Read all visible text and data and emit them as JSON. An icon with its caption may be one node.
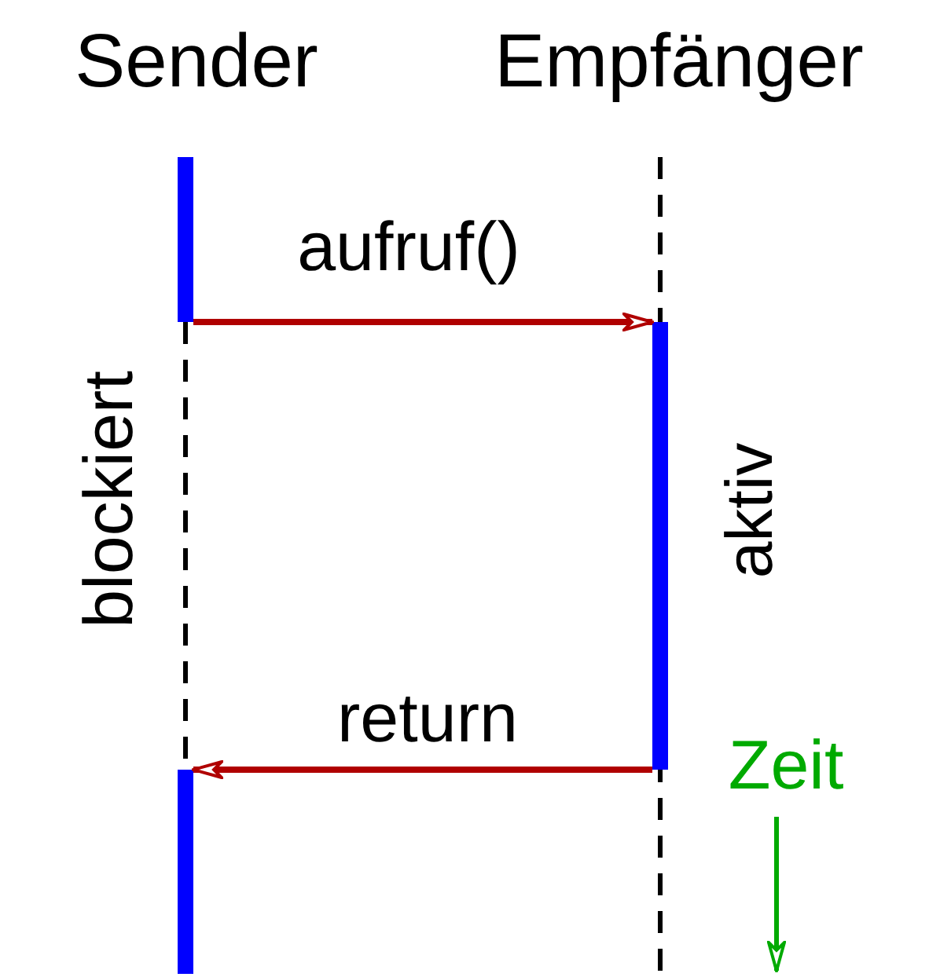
{
  "diagram": {
    "nodes": [
      {
        "text": [
          "Sender"
        ]
      },
      {
        "text": [
          "Empfänger"
        ]
      },
      {
        "text": [],
        "shape": "bar"
      },
      {
        "text": [],
        "shape": "bar",
        "beside": [
          "aktiv"
        ]
      },
      {
        "text": [],
        "shape": "bar"
      }
    ],
    "edges": [
      {
        "from": 2,
        "to": 3,
        "arrow": "to",
        "label": "aufruf()"
      },
      {
        "from": 3,
        "to": 4,
        "arrow": "to",
        "label": "return"
      },
      {
        "from": 2,
        "to": 4,
        "arrow": "none",
        "style": "dashed",
        "color": "#000000"
      }
    ],
    "labels": [
      "blockiert",
      "Zeit"
    ]
  }
}
